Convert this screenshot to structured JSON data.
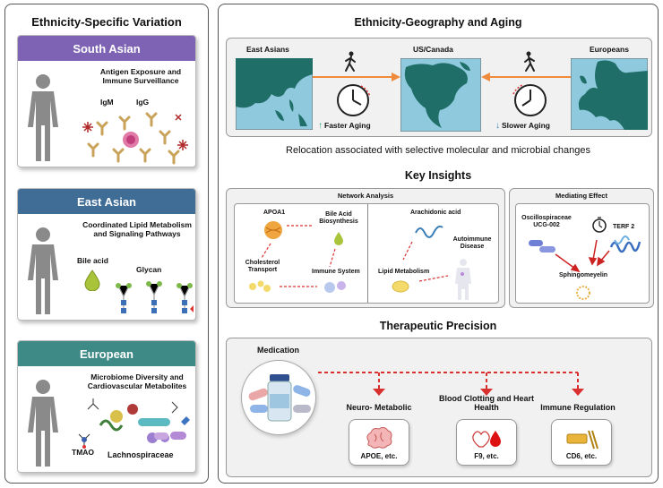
{
  "left": {
    "title": "Ethnicity-Specific Variation",
    "south_asian": {
      "header": "South Asian",
      "color": "#7e63b4",
      "desc": "Antigen Exposure and Immune Surveillance",
      "igm": "IgM",
      "igg": "IgG"
    },
    "east_asian": {
      "header": "East Asian",
      "color": "#3f6d96",
      "desc": "Coordinated Lipid Metabolism and Signaling Pathways",
      "bile": "Bile acid",
      "glycan": "Glycan"
    },
    "european": {
      "header": "European",
      "color": "#3e8a86",
      "desc": "Microbiome Diversity and Cardiovascular Metabolites",
      "tmao": "TMAO",
      "lachno": "Lachnospiraceae"
    }
  },
  "right": {
    "geo_title": "Ethnicity-Geography and Aging",
    "east_asians": "East Asians",
    "us_canada": "US/Canada",
    "europeans": "Europeans",
    "faster": "Faster Aging",
    "slower": "Slower Aging",
    "relocation": "Relocation associated with selective molecular and microbial changes",
    "insights_title": "Key Insights",
    "network_title": "Network Analysis",
    "net": {
      "apoa1": "APOA1",
      "bile": "Bile Acid Biosynthesis",
      "chol": "Cholesterol Transport",
      "immune": "Immune System",
      "arach": "Arachidonic acid",
      "autoimmune": "Autoimmune Disease",
      "lipid": "Lipid Metabolism"
    },
    "mediating_title": "Mediating Effect",
    "med": {
      "oscillo": "Oscillospiraceae UCG-002",
      "terf": "TERF 2",
      "sphingo": "Sphingomeyelin"
    },
    "therapeutic_title": "Therapeutic Precision",
    "medication": "Medication",
    "targets": [
      {
        "label": "Neuro- Metabolic",
        "tag": "APOE, etc."
      },
      {
        "label": "Blood Clotting and Heart Health",
        "tag": "F9, etc."
      },
      {
        "label": "Immune Regulation",
        "tag": "CD6, etc."
      }
    ]
  },
  "colors": {
    "arrow_orange": "#f08a3c",
    "dashed_red": "#d93030",
    "up_arrow": "#2fa98a",
    "map_land": "#1f6e68",
    "map_sea": "#8fc9dd"
  }
}
